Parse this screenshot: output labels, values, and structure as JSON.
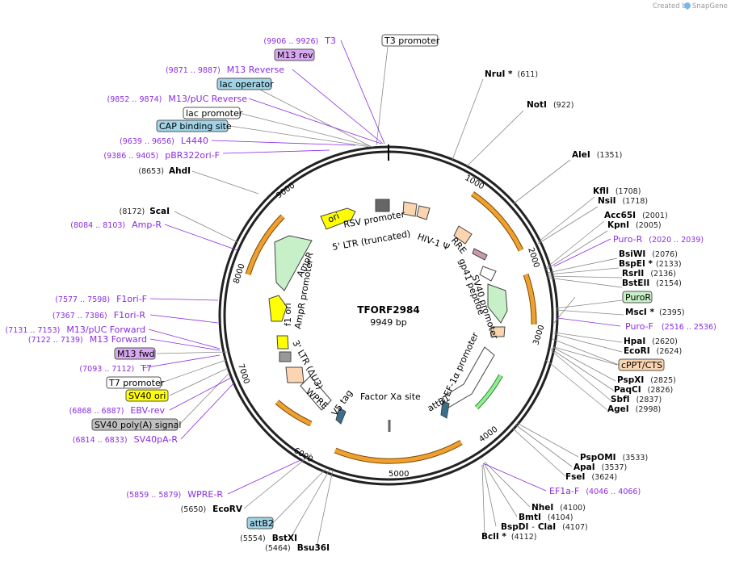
{
  "credit": {
    "prefix": "Created by",
    "brand": "SnapGene"
  },
  "plasmid": {
    "name": "TFORF2984",
    "size": "9949 bp"
  },
  "ticks": [
    "1000",
    "2000",
    "3000",
    "4000",
    "5000",
    "6000",
    "7000",
    "8000",
    "9000"
  ],
  "inner_features": [
    "ori",
    "RSV promoter",
    "5' LTR (truncated)",
    "HIV-1 Ψ",
    "RRE",
    "gp41 peptide",
    "SV40 promoter",
    "EF-1α promoter",
    "attB1",
    "Factor Xa site",
    "V5 tag",
    "WPRE",
    "3' LTR (ΔU3)",
    "f1 ori",
    "AmpR promoter",
    "AmpR"
  ],
  "enzymes_right": [
    {
      "name": "NruI *",
      "pos": "(611)"
    },
    {
      "name": "NotI",
      "pos": "(922)"
    },
    {
      "name": "AleI",
      "pos": "(1351)"
    },
    {
      "name": "KflI",
      "pos": "(1708)"
    },
    {
      "name": "NsiI",
      "pos": "(1718)"
    },
    {
      "name": "Acc65I",
      "pos": "(2001)"
    },
    {
      "name": "KpnI",
      "pos": "(2005)"
    },
    {
      "name": "BsiWI",
      "pos": "(2076)"
    },
    {
      "name": "BspEI *",
      "pos": "(2133)"
    },
    {
      "name": "RsrII",
      "pos": "(2136)"
    },
    {
      "name": "BstEII",
      "pos": "(2154)"
    },
    {
      "name": "MscI *",
      "pos": "(2395)"
    },
    {
      "name": "HpaI",
      "pos": "(2620)"
    },
    {
      "name": "EcoRI",
      "pos": "(2624)"
    },
    {
      "name": "PspXI",
      "pos": "(2825)"
    },
    {
      "name": "PaqCI",
      "pos": "(2826)"
    },
    {
      "name": "SbfI",
      "pos": "(2837)"
    },
    {
      "name": "AgeI",
      "pos": "(2998)"
    },
    {
      "name": "PspOMI",
      "pos": "(3533)"
    },
    {
      "name": "ApaI",
      "pos": "(3537)"
    },
    {
      "name": "FseI",
      "pos": "(3624)"
    },
    {
      "name": "NheI",
      "pos": "(4100)"
    },
    {
      "name": "BmtI",
      "pos": "(4104)"
    },
    {
      "name": "BspDI",
      "sep": "-",
      "name2": "ClaI",
      "pos": "(4107)"
    },
    {
      "name": "BclI *",
      "pos": "(4112)"
    }
  ],
  "enzymes_left": [
    {
      "name": "AhdI",
      "pos": "(8653)"
    },
    {
      "name": "ScaI",
      "pos": "(8172)"
    },
    {
      "name": "EcoRV",
      "pos": "(5650)"
    },
    {
      "name": "BstXI",
      "pos": "(5554)"
    },
    {
      "name": "Bsu36I",
      "pos": "(5464)"
    }
  ],
  "primers_right": [
    {
      "name": "Puro-R",
      "pos": "(2020 .. 2039)"
    },
    {
      "name": "Puro-F",
      "pos": "(2516 .. 2536)"
    },
    {
      "name": "EF1a-F",
      "pos": "(4046 .. 4066)"
    }
  ],
  "primers_left": [
    {
      "name": "T3",
      "pos": "(9906 .. 9926)"
    },
    {
      "name": "M13 Reverse",
      "pos": "(9871 .. 9887)"
    },
    {
      "name": "M13/pUC Reverse",
      "pos": "(9852 .. 9874)"
    },
    {
      "name": "L4440",
      "pos": "(9639 .. 9656)"
    },
    {
      "name": "pBR322ori-F",
      "pos": "(9386 .. 9405)"
    },
    {
      "name": "Amp-R",
      "pos": "(8084 .. 8103)"
    },
    {
      "name": "F1ori-F",
      "pos": "(7577 .. 7598)"
    },
    {
      "name": "F1ori-R",
      "pos": "(7367 .. 7386)"
    },
    {
      "name": "M13/pUC Forward",
      "pos": "(7131 .. 7153)"
    },
    {
      "name": "M13 Forward",
      "pos": "(7122 .. 7139)"
    },
    {
      "name": "T7",
      "pos": "(7093 .. 7112)"
    },
    {
      "name": "EBV-rev",
      "pos": "(6868 .. 6887)"
    },
    {
      "name": "SV40pA-R",
      "pos": "(6814 .. 6833)"
    },
    {
      "name": "WPRE-R",
      "pos": "(5859 .. 5879)"
    }
  ],
  "boxed": {
    "t3_promoter": "T3 promoter",
    "m13_rev": "M13 rev",
    "lac_operator": "lac operator",
    "lac_promoter": "lac promoter",
    "cap_site": "CAP binding site",
    "m13_fwd": "M13 fwd",
    "t7_promoter": "T7 promoter",
    "sv40_ori": "SV40 ori",
    "sv40_polya": "SV40 poly(A) signal",
    "attb2": "attB2",
    "puror": "PuroR",
    "cppt": "cPPT/CTS"
  },
  "colors": {
    "primer": "#8a2be2",
    "orf_arrow": "#f0a030",
    "green_feat": "#90ee90",
    "yellow_feat": "#ffff00",
    "lac_box": "#9fd3e6",
    "m13_box": "#d8a8f0",
    "cppt_box": "#fbd5b0",
    "sv40pa_box": "#c0c0c0"
  }
}
